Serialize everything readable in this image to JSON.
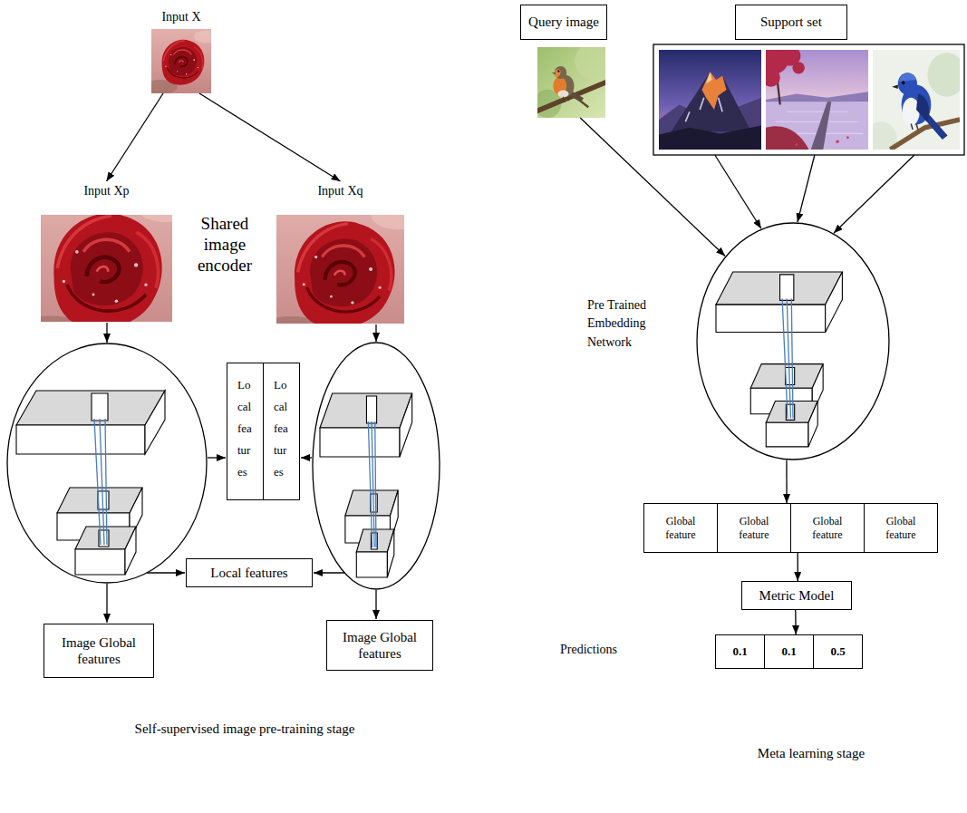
{
  "diagram": {
    "nodes": [
      {
        "text": [
          "Input X"
        ]
      },
      {
        "text": [
          "Input Xp"
        ]
      },
      {
        "text": [
          "Input Xq"
        ]
      },
      {
        "text": [
          "Local features"
        ]
      },
      {
        "text": [
          "Local features"
        ]
      },
      {
        "text": [
          "Local features"
        ]
      },
      {
        "text": [
          "Image Global features"
        ]
      },
      {
        "text": [
          "Image Global features"
        ]
      },
      {
        "text": [
          "Query image"
        ]
      },
      {
        "text": [
          "Support set"
        ]
      },
      {
        "text": [
          "Pre Trained Embedding Network"
        ]
      },
      {
        "text": [
          "Global feature"
        ]
      },
      {
        "text": [
          "Global feature"
        ]
      },
      {
        "text": [
          "Global feature"
        ]
      },
      {
        "text": [
          "Global feature"
        ]
      },
      {
        "text": [
          "Metric Model"
        ]
      },
      {
        "text": [
          "0.1"
        ]
      },
      {
        "text": [
          "0.1"
        ]
      },
      {
        "text": [
          "0.5"
        ]
      }
    ],
    "edges": [
      {
        "from": 0,
        "to": 1,
        "arrow": "to"
      },
      {
        "from": 0,
        "to": 2,
        "arrow": "to"
      },
      {
        "from": 8,
        "to": 10,
        "arrow": "to"
      },
      {
        "from": 9,
        "to": 10,
        "arrow": "to"
      },
      {
        "from": 9,
        "to": 10,
        "arrow": "to"
      },
      {
        "from": 9,
        "to": 10,
        "arrow": "to"
      },
      {
        "from": 10,
        "to": 12,
        "arrow": "to"
      },
      {
        "from": 13,
        "to": 15,
        "arrow": "to"
      },
      {
        "from": 15,
        "to": 17,
        "arrow": "to"
      }
    ],
    "labels": [
      "Shared image encoder",
      "Self-supervised image pre-training stage",
      "Predictions",
      "Meta learning stage"
    ]
  }
}
